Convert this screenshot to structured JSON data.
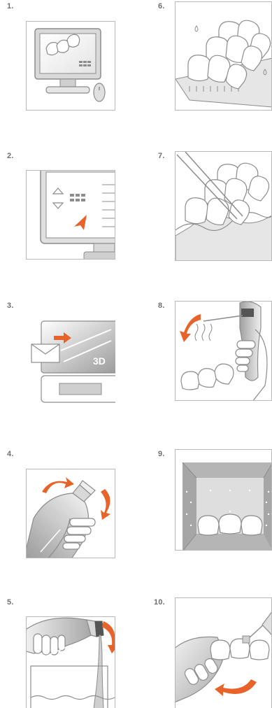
{
  "steps": [
    {
      "number": "1.",
      "illustration": "design-crowns-on-computer-icon"
    },
    {
      "number": "2.",
      "illustration": "export-settings-screen-icon"
    },
    {
      "number": "3.",
      "illustration": "send-to-3d-printer-icon"
    },
    {
      "number": "4.",
      "illustration": "shake-resin-bottle-icon"
    },
    {
      "number": "5.",
      "illustration": "pour-resin-into-tank-icon"
    },
    {
      "number": "6.",
      "illustration": "washed-crowns-on-platform-icon"
    },
    {
      "number": "7.",
      "illustration": "remove-crowns-with-tweezers-icon"
    },
    {
      "number": "8.",
      "illustration": "air-dry-crowns-icon"
    },
    {
      "number": "9.",
      "illustration": "post-cure-light-box-icon"
    },
    {
      "number": "10.",
      "illustration": "finish-and-polish-crowns-icon"
    }
  ],
  "printer_label": "3D",
  "colors": {
    "accent": "#e8632a",
    "line": "#8c8c8c",
    "frame": "#b9b9b9",
    "label": "#6f6f6f"
  }
}
